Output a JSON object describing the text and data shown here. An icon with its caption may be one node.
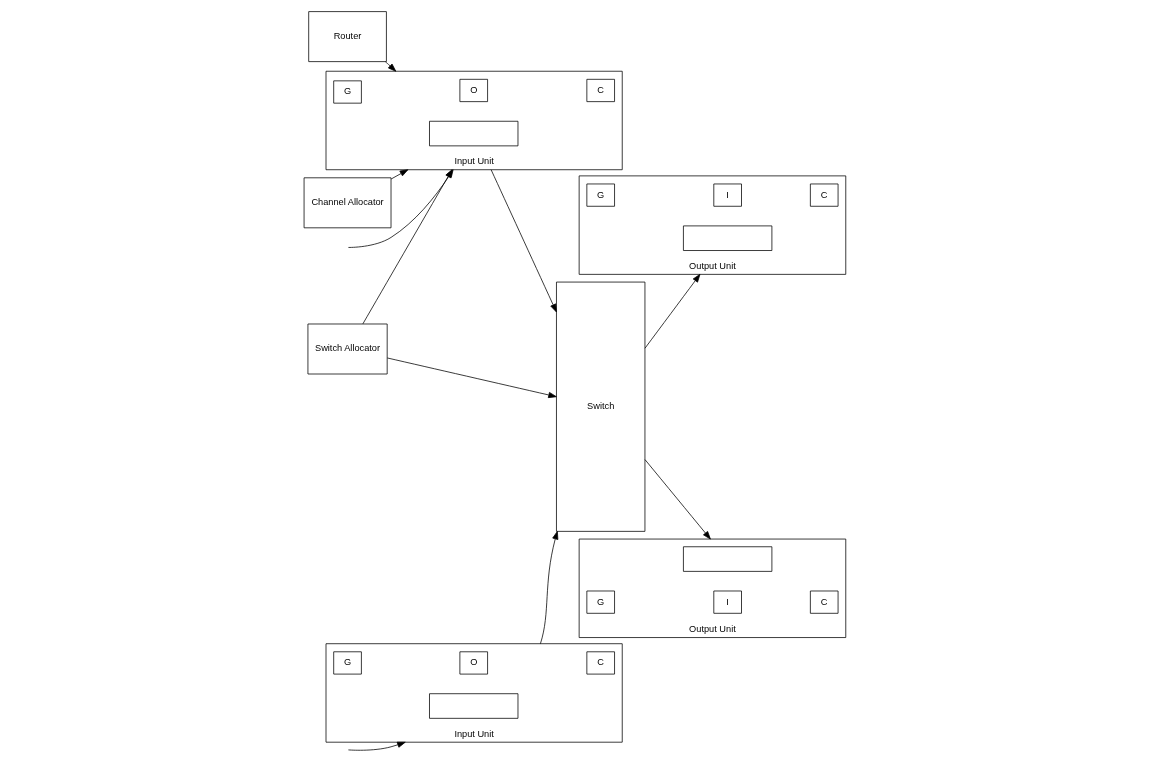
{
  "diagram": {
    "nodes": [
      {
        "text": [
          "Router"
        ]
      },
      {
        "text": [
          "Channel Allocator"
        ]
      },
      {
        "text": [
          "Switch Allocator"
        ]
      },
      {
        "text": [
          "Input Unit"
        ]
      },
      {
        "text": [
          "G"
        ],
        "in": 3
      },
      {
        "text": [
          "O"
        ],
        "in": 3
      },
      {
        "text": [
          "C"
        ],
        "in": 3
      },
      {
        "text": [],
        "shape": "box",
        "in": 3
      },
      {
        "text": [
          "Input Unit"
        ]
      },
      {
        "text": [
          "G"
        ],
        "in": 8
      },
      {
        "text": [
          "O"
        ],
        "in": 8
      },
      {
        "text": [
          "C"
        ],
        "in": 8
      },
      {
        "text": [],
        "shape": "box",
        "in": 8
      },
      {
        "text": [
          "Switch"
        ]
      },
      {
        "text": [
          "Output Unit"
        ]
      },
      {
        "text": [
          "G"
        ],
        "in": 14
      },
      {
        "text": [
          "I"
        ],
        "in": 14
      },
      {
        "text": [
          "C"
        ],
        "in": 14
      },
      {
        "text": [],
        "shape": "box",
        "in": 14
      },
      {
        "text": [
          "Output Unit"
        ]
      },
      {
        "text": [
          "G"
        ],
        "in": 19
      },
      {
        "text": [
          "I"
        ],
        "in": 19
      },
      {
        "text": [
          "C"
        ],
        "in": 19
      },
      {
        "text": [],
        "shape": "box",
        "in": 19
      }
    ],
    "edges": [
      {
        "from": null,
        "to": 3,
        "arrow": "to"
      },
      {
        "from": null,
        "to": 8,
        "arrow": "to"
      },
      {
        "from": 0,
        "to": 3,
        "arrow": "to"
      },
      {
        "from": 1,
        "to": 3,
        "arrow": "to"
      },
      {
        "from": 2,
        "to": 3,
        "arrow": "to"
      },
      {
        "from": 2,
        "to": 13,
        "arrow": "to"
      },
      {
        "from": 3,
        "to": 13,
        "arrow": "to"
      },
      {
        "from": 8,
        "to": 13,
        "arrow": "to"
      },
      {
        "from": 13,
        "to": 14,
        "arrow": "to"
      },
      {
        "from": 13,
        "to": 19,
        "arrow": "to"
      }
    ]
  }
}
